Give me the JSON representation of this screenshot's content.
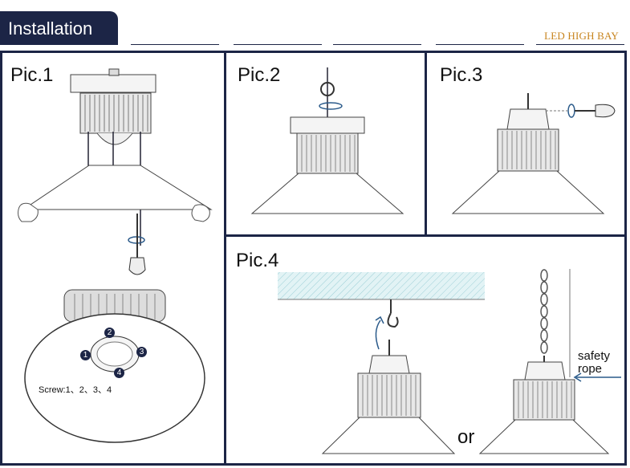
{
  "header": {
    "title": "Installation",
    "brand": "LED HIGH BAY"
  },
  "panels": {
    "pic1": {
      "label": "Pic.1",
      "screw_note": "Screw:1、2、3、4",
      "screw_numbers": [
        "1",
        "2",
        "3",
        "4"
      ]
    },
    "pic2": {
      "label": "Pic.2"
    },
    "pic3": {
      "label": "Pic.3"
    },
    "pic4": {
      "label": "Pic.4",
      "or_text": "or",
      "rope_label_1": "safety",
      "rope_label_2": "rope"
    }
  },
  "colors": {
    "frame": "#1c2546",
    "brand": "#c8841e",
    "ceiling": "#cfe9ec",
    "arrow": "#2a5a8a"
  }
}
